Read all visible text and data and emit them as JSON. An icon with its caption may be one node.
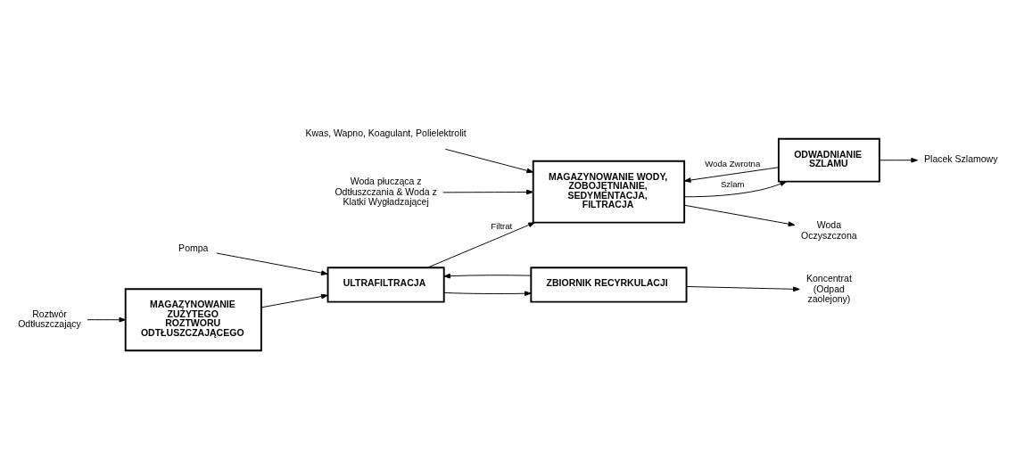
{
  "diagram": {
    "nodes": [
      {
        "text": [
          "Woda płucząca z Odtłuszczania & Woda z Klatki Wygładzającej"
        ]
      },
      {
        "text": [
          "Pompa"
        ]
      },
      {
        "text": [
          "Roztwór Odtłuszczający"
        ]
      },
      {
        "text": [
          "MAGAZYNOWANIE ZUŻYTEGO ROZTWORU ODTŁUSZCZAJĄCEGO"
        ]
      },
      {
        "text": [
          "ULTRAFILTRACJA"
        ]
      },
      {
        "text": [
          "ZBIORNIK RECYRKULACJI"
        ]
      },
      {
        "text": [
          "Kwas, Wapno, Koagulant, Polielektrolit"
        ]
      },
      {
        "text": [
          "MAGAZYNOWANIE WODY, ZOBOJĘTNIANIE, SEDYMENTACJA, FILTRACJA"
        ]
      },
      {
        "text": [
          "Woda Oczyszczona"
        ]
      },
      {
        "text": [
          "ODWADNIANIE SZLAMU"
        ]
      },
      {
        "text": [
          "Koncentrat (Odpad zaolejony)"
        ]
      },
      {
        "text": [
          "Placek Szlamowy"
        ]
      }
    ],
    "edges": [
      {
        "from": 0,
        "to": 7,
        "arrow": "to"
      },
      {
        "from": 1,
        "to": 4,
        "arrow": "to"
      },
      {
        "from": 2,
        "to": 3,
        "arrow": "to"
      },
      {
        "from": 3,
        "to": 4,
        "arrow": "to"
      },
      {
        "from": 5,
        "to": 4,
        "arrow": "to"
      },
      {
        "from": 4,
        "to": 5,
        "arrow": "to"
      },
      {
        "from": 4,
        "to": 7,
        "arrow": "to",
        "label": "Filtrat"
      },
      {
        "from": 5,
        "to": 10,
        "arrow": "to"
      },
      {
        "from": 6,
        "to": 7,
        "arrow": "to"
      },
      {
        "from": 7,
        "to": 8,
        "arrow": "to"
      },
      {
        "from": 7,
        "to": 9,
        "arrow": "to",
        "label": "Szlam"
      },
      {
        "from": 9,
        "to": 7,
        "arrow": "to",
        "label": "Woda Zwrotna"
      },
      {
        "from": 9,
        "to": 11,
        "arrow": "to"
      }
    ]
  }
}
